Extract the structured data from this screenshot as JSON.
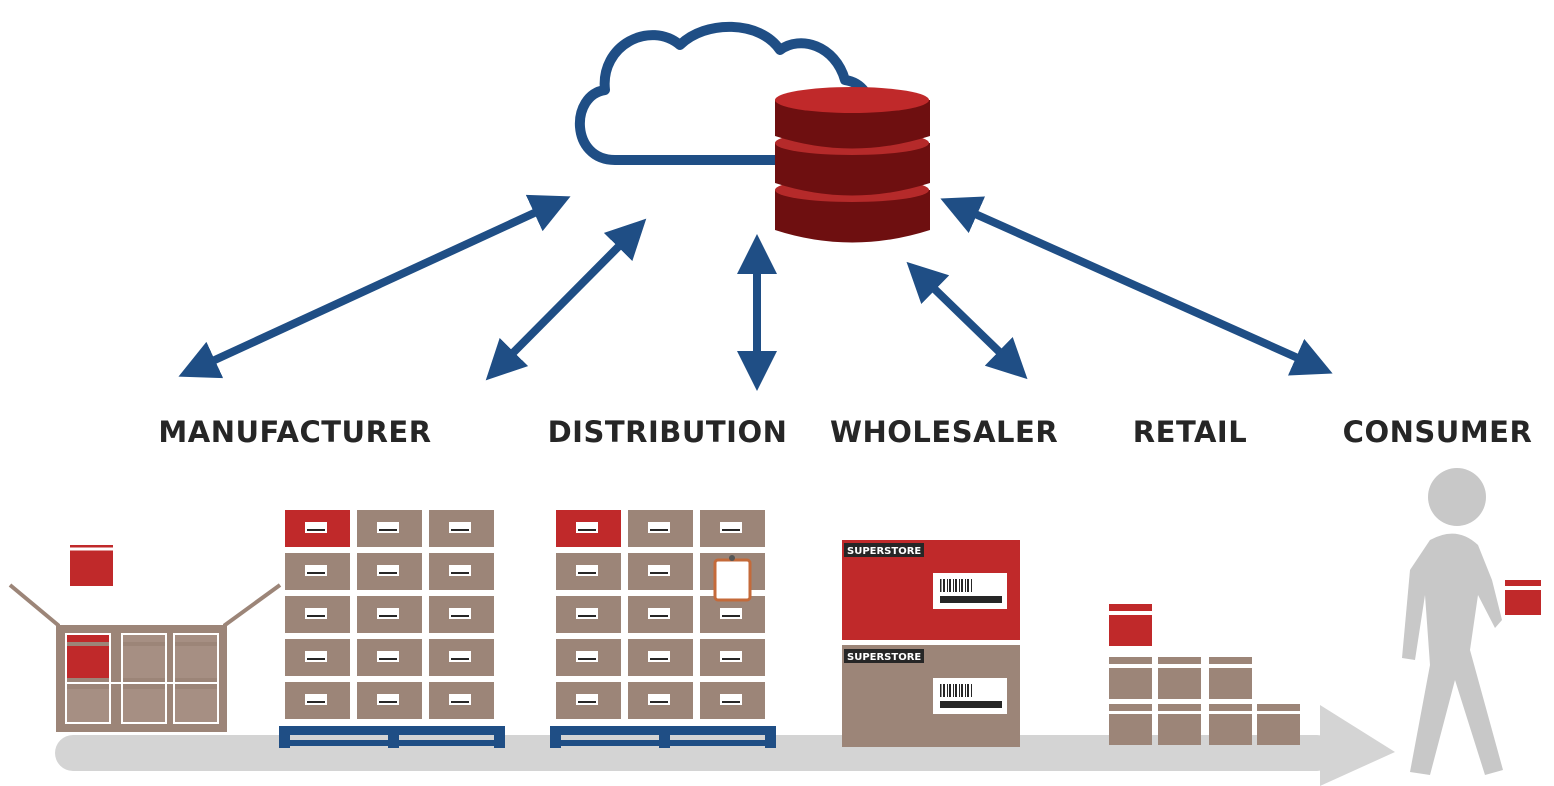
{
  "stages": {
    "manufacturer": "MANUFACTURER",
    "distribution": "DISTRIBUTION",
    "wholesaler": "WHOLESALER",
    "retail": "RETAIL",
    "consumer": "CONSUMER"
  },
  "wholesaler_box_labels": {
    "top": "SUPERSTORE",
    "bottom": "SUPERSTORE"
  },
  "icons": [
    "cloud-icon",
    "database-icon",
    "bidirectional-arrow-icon",
    "pallet-icon",
    "box-icon",
    "barcode-icon",
    "clipboard-icon",
    "person-icon",
    "flow-arrow-icon"
  ],
  "colors": {
    "arrow_blue": "#1f4e85",
    "db_red_dark": "#6e0f10",
    "db_red": "#b52a2a",
    "box_tan": "#9c8578",
    "box_red": "#c0292a",
    "flow_gray": "#d4d4d4",
    "person_gray": "#c8c8c8",
    "label_dark": "#262626"
  }
}
